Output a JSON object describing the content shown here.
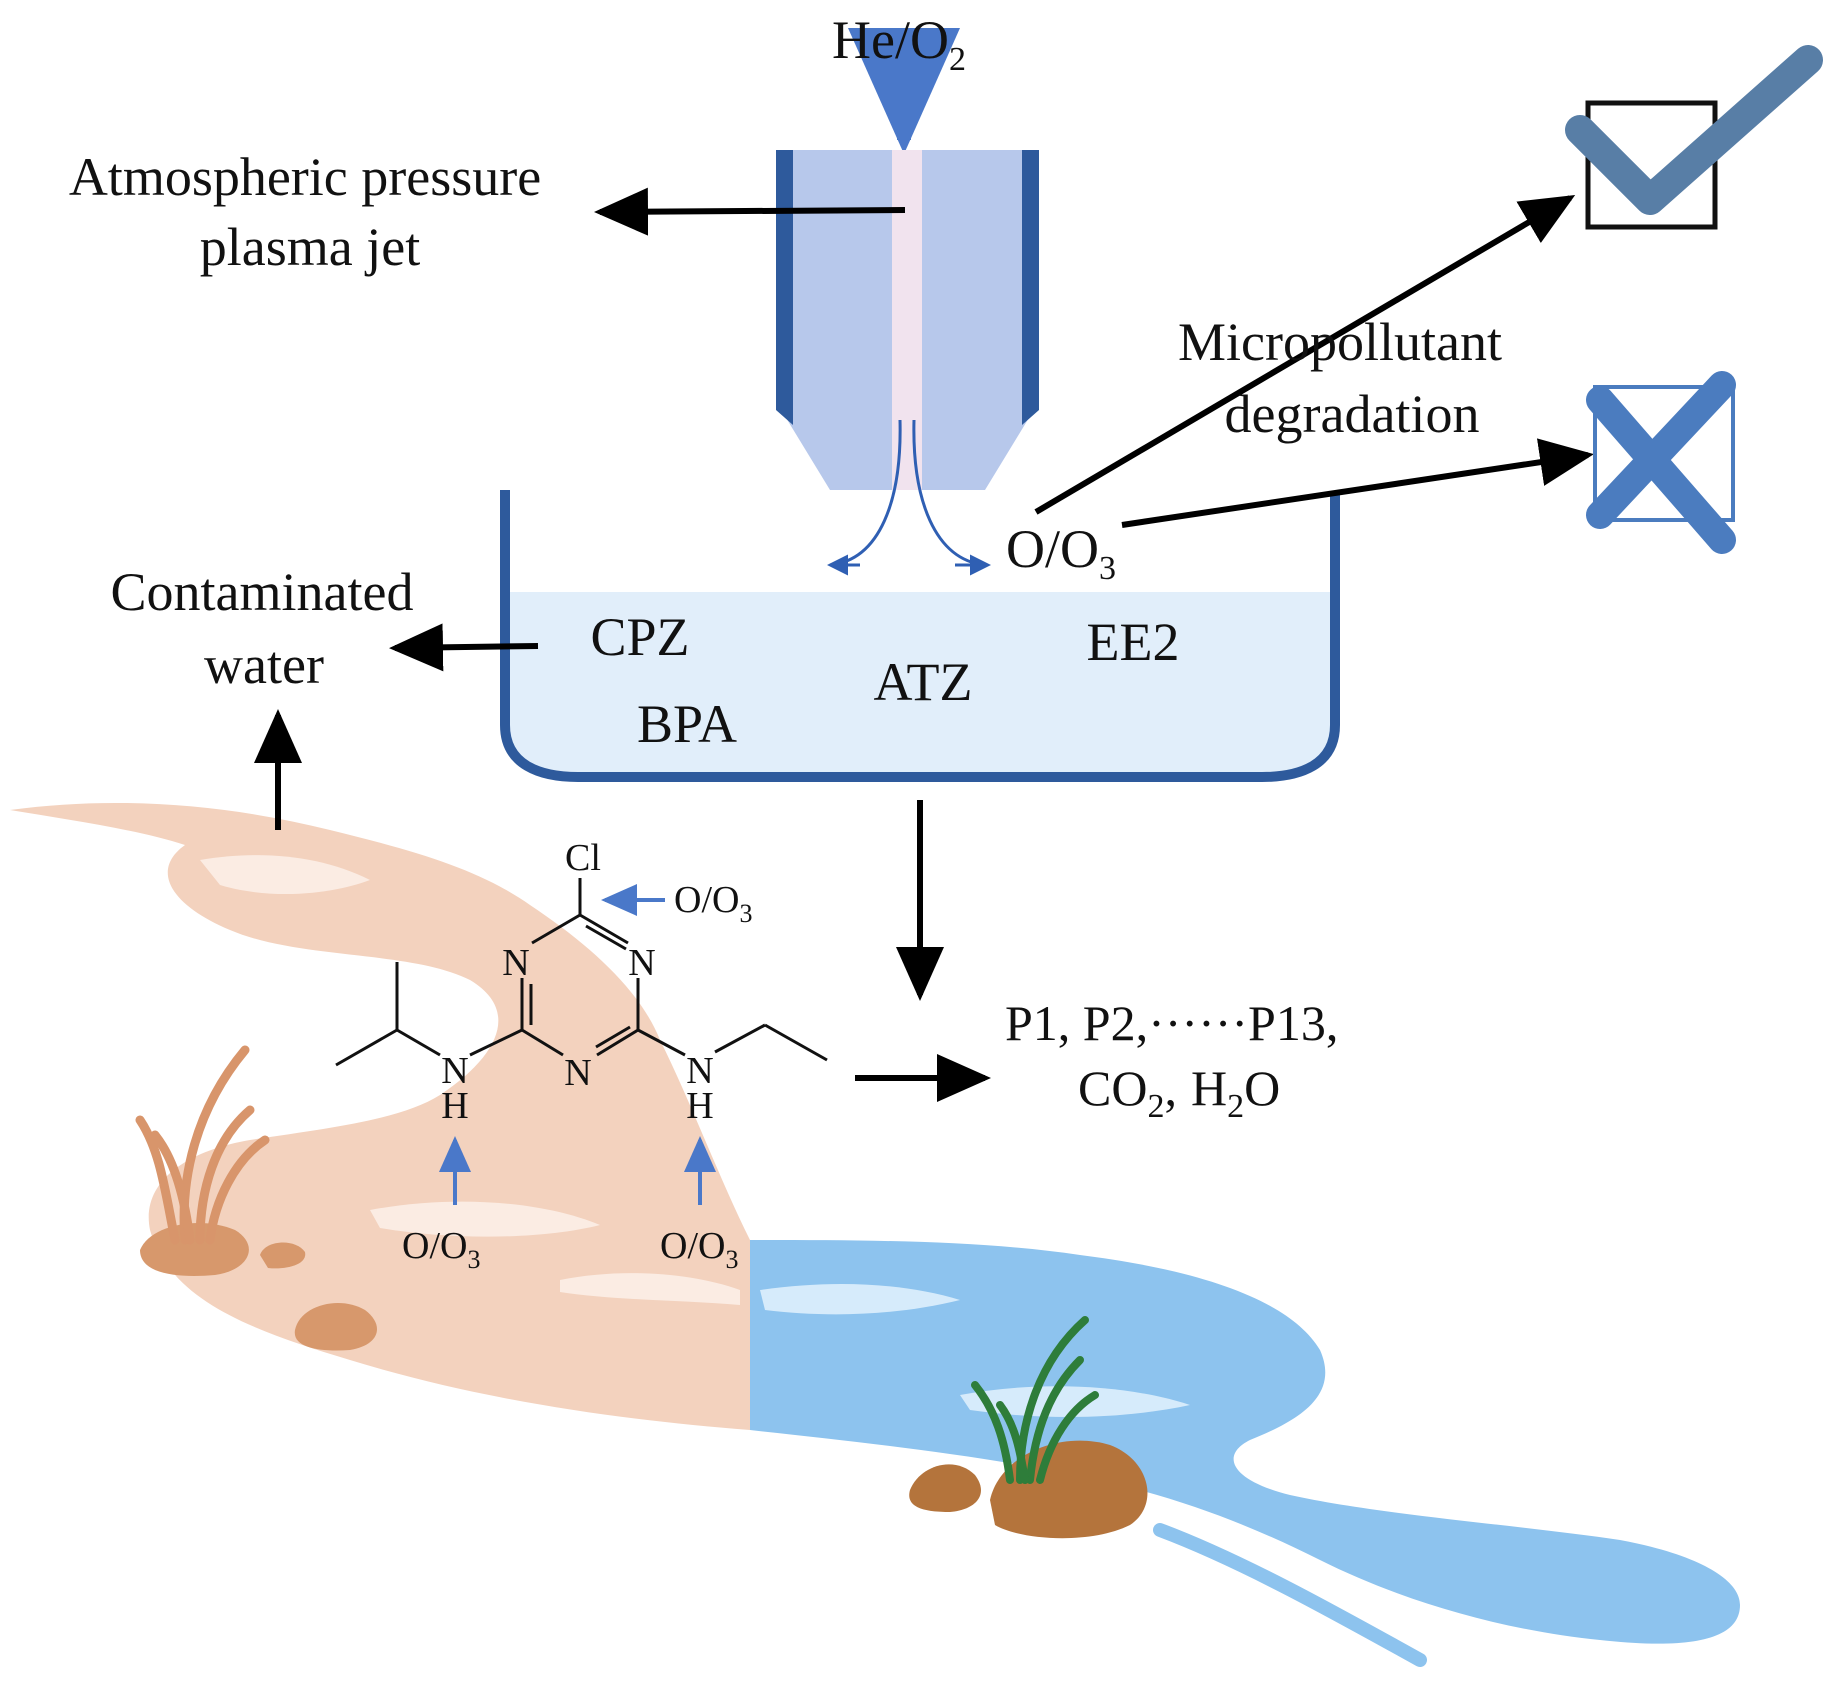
{
  "diagram": {
    "gas_input": {
      "main": "He/O",
      "sub": "2"
    },
    "plasma_jet_label": [
      "Atmospheric pressure",
      "plasma jet"
    ],
    "contaminated_water_label": [
      "Contaminated",
      "water"
    ],
    "degradation_label": [
      "Micropollutant",
      "degradation"
    ],
    "reactive_species": {
      "main": "O/O",
      "sub": "3"
    },
    "pollutants": [
      "CPZ",
      "ATZ",
      "EE2",
      "BPA"
    ],
    "molecule": {
      "atoms": {
        "cl": "Cl",
        "n_top_left": "N",
        "n_top_right": "N",
        "n_bottom": "N",
        "nh_left": "N",
        "h_left": "H",
        "nh_right": "N",
        "h_right": "H"
      },
      "attack_label": {
        "main": "O/O",
        "sub": "3"
      }
    },
    "products": {
      "line1": "P1, P2,······P13,",
      "co2": {
        "a": "CO",
        "sub": "2",
        "b": ","
      },
      "h2o": {
        "a": "H",
        "sub": "2",
        "b": "O"
      }
    },
    "outcomes": {
      "success": "check-icon",
      "failure": "cross-icon"
    },
    "colors": {
      "vessel_blue": "#2e5a9c",
      "water_fill": "#e1eefa",
      "jet_light": "#b7c8eb",
      "jet_core": "#f1e3ee",
      "attack_arrow": "#4a78c9",
      "mark_blue": "#587ea6",
      "cross_blue": "#4b7cbf",
      "polluted_river": "#f3d2be",
      "clean_river": "#8dc3ee",
      "rock_brown": "#b4743c",
      "dry_grass": "#d8956b",
      "green_grass": "#2e7d3a"
    }
  }
}
